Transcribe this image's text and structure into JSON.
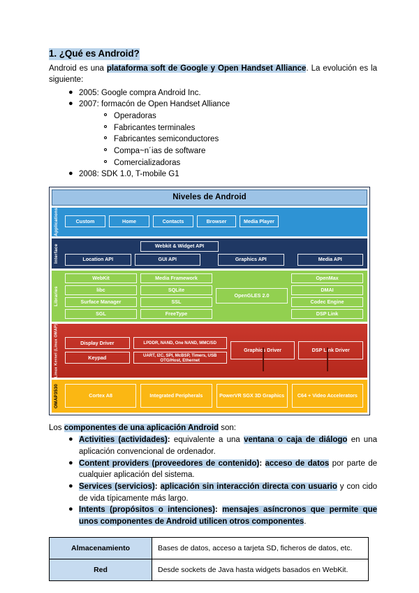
{
  "document": {
    "heading": "1. ¿Qué es Android?",
    "intro": {
      "prefix": "Android es una ",
      "highlight": "plataforma soft de Google y Open Handset Alliance",
      "suffix": ". La evolución es la siguiente:"
    },
    "timeline": [
      {
        "text": "2005: Google compra Android Inc.",
        "children": []
      },
      {
        "text": "2007: formacón de Open Handset Alliance",
        "children": [
          "Operadoras",
          "Fabricantes terminales",
          "Fabricantes semiconductores",
          "Compa~n´ias de software",
          "Comercializadoras"
        ]
      },
      {
        "text": "2008: SDK 1.0, T-mobile G1",
        "children": []
      }
    ],
    "components_lead": {
      "prefix": "Los ",
      "highlight": "componentes de una aplicación Android",
      "suffix": " son:"
    },
    "components": [
      {
        "term": "Activities (actividades)",
        "sep": ":",
        "mid": " equivalente a una ",
        "emphasis": "ventana o caja de diálogo",
        "rest": " en una aplicación convencional de ordenador."
      },
      {
        "term": "Content providers (proveedores de contenido)",
        "sep": ":",
        "mid": " ",
        "emphasis": "acceso de datos",
        "rest": " por parte de cualquier aplicación del sistema."
      },
      {
        "term": "Services (servicios)",
        "sep": ":",
        "mid": " ",
        "emphasis": "aplicación sin interacción directa con usuario",
        "rest": " y con cido de vida típicamente más largo."
      },
      {
        "term": "Intents (propósitos o intenciones)",
        "sep": ":",
        "mid": " ",
        "emphasis": "mensajes asíncronos que permite que unos componentes de Android utilicen otros componentes",
        "rest": "."
      }
    ],
    "table": {
      "rows": [
        {
          "label": "Almacenamiento",
          "value": "Bases de datos, acceso a tarjeta SD, ficheros de datos, etc."
        },
        {
          "label": "Red",
          "value": "Desde sockets de Java hasta widgets basados en WebKit."
        }
      ]
    }
  },
  "diagram": {
    "title": "Niveles de Android",
    "colors": {
      "title_bg": "#9dc3e6",
      "applications": "#2e93d4",
      "interface": "#1f3864",
      "libraries": "#92d050",
      "kernel": "#c0392b",
      "hardware": "#fbb713"
    },
    "layers": {
      "applications": {
        "label": "Applications",
        "items": [
          "Custom",
          "Home",
          "Contacts",
          "Browser",
          "Media Player"
        ]
      },
      "interface": {
        "label": "Interface",
        "top_items": [
          "Webkit & Widget API"
        ],
        "items": [
          "Location API",
          "GUI API",
          "Graphics API",
          "Media API"
        ]
      },
      "libraries": {
        "label": "Libraries",
        "col1": [
          "WebKit",
          "libc",
          "Surface Manager",
          "SGL"
        ],
        "col2": [
          "Media Framework",
          "SQLite",
          "SSL",
          "FreeType"
        ],
        "col3": [
          "OpenGLES 2.0"
        ],
        "col4": [
          "OpenMax",
          "DMAI",
          "Codec Engine",
          "DSP Link"
        ]
      },
      "kernel": {
        "label": "Linux Kernel (Linux OMAP)",
        "col1": [
          "Display Driver",
          "Keypad"
        ],
        "col2": [
          "LPDDR, NAND, One NAND, MMC/SD",
          "UART, I2C, SPI, McBSP, Timers, USB OTG/Host, Ethernet"
        ],
        "col3": [
          "Graphics Driver"
        ],
        "col4": [
          "DSP Link Driver"
        ]
      },
      "hardware": {
        "label": "OMAP3530",
        "items": [
          "Cortex A8",
          "Integrated Peripherals",
          "PowerVR SGX 3D Graphics",
          "C64 + Video Accelerators"
        ]
      }
    }
  }
}
